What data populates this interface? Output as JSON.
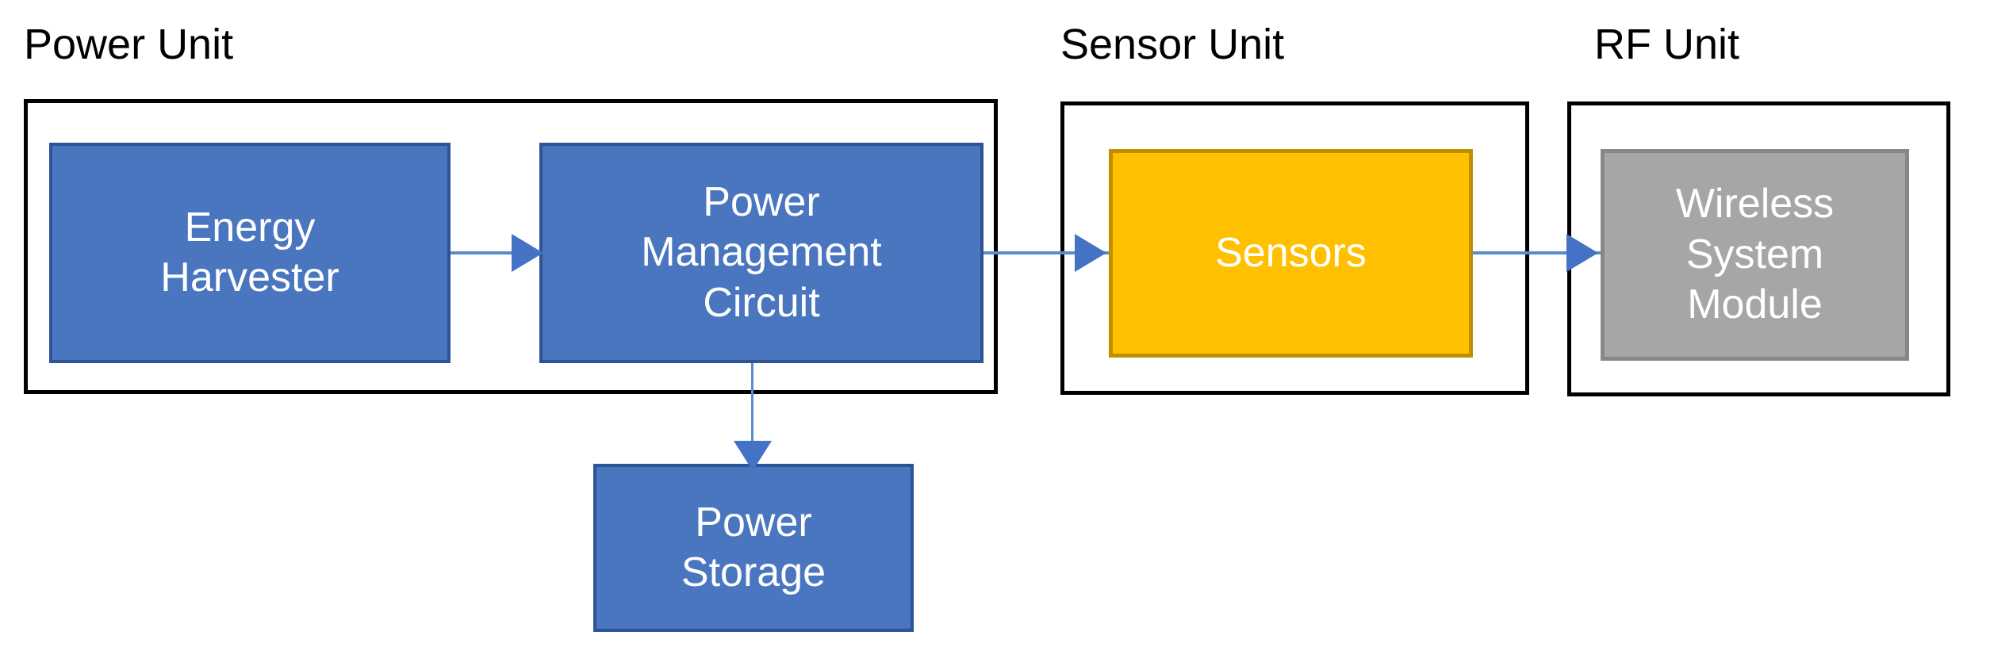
{
  "diagram": {
    "title_visible": false,
    "background_color": "#FFFFFF",
    "groups": [
      {
        "id": "power-unit",
        "label": "Power Unit"
      },
      {
        "id": "sensor-unit",
        "label": "Sensor Unit"
      },
      {
        "id": "rf-unit",
        "label": "RF Unit"
      }
    ],
    "blocks": [
      {
        "id": "energy-harvester",
        "label": "Energy\nHarvester",
        "fill": "#4A76C0",
        "stroke": "#2E5496",
        "text_color": "#FFFFFF",
        "group": "power-unit"
      },
      {
        "id": "power-management-circuit",
        "label": "Power\nManagement\nCircuit",
        "fill": "#4A76C0",
        "stroke": "#2E5496",
        "text_color": "#FFFFFF",
        "group": "power-unit"
      },
      {
        "id": "power-storage",
        "label": "Power\nStorage",
        "fill": "#4A76C0",
        "stroke": "#2E5496",
        "text_color": "#FFFFFF",
        "group": "none"
      },
      {
        "id": "sensors",
        "label": "Sensors",
        "fill": "#FFC000",
        "stroke": "#BF8F00",
        "text_color": "#FFFFFF",
        "group": "sensor-unit"
      },
      {
        "id": "wireless-system-module",
        "label": "Wireless\nSystem\nModule",
        "fill": "#A6A6A6",
        "stroke": "#878787",
        "text_color": "#FFFFFF",
        "group": "rf-unit"
      }
    ],
    "connectors": [
      {
        "id": "harvester-to-pmc",
        "from": "energy-harvester",
        "to": "power-management-circuit",
        "direction": "right",
        "color": "#5B8BCB"
      },
      {
        "id": "pmc-to-sensors",
        "from": "power-management-circuit",
        "to": "sensors",
        "direction": "right",
        "color": "#5B8BCB"
      },
      {
        "id": "sensors-to-wsm",
        "from": "sensors",
        "to": "wireless-system-module",
        "direction": "right",
        "color": "#5B8BCB"
      },
      {
        "id": "pmc-to-storage",
        "from": "power-management-circuit",
        "to": "power-storage",
        "direction": "down",
        "color": "#5B8BCB"
      }
    ]
  }
}
